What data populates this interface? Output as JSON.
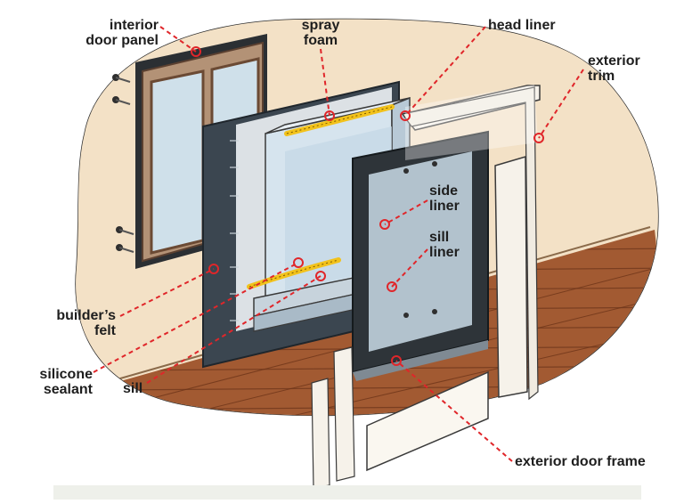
{
  "labels": {
    "interior_door_panel": [
      "interior",
      "door panel"
    ],
    "spray_foam": [
      "spray",
      "foam"
    ],
    "head_liner": [
      "head liner"
    ],
    "exterior_trim": [
      "exterior",
      "trim"
    ],
    "side_liner": [
      "side",
      "liner"
    ],
    "sill_liner": [
      "sill",
      "liner"
    ],
    "builders_felt": [
      "builder’s",
      "felt"
    ],
    "silicone_sealant": [
      "silicone",
      "sealant"
    ],
    "sill": [
      "sill"
    ],
    "exterior_door_frame": [
      "exterior door frame"
    ]
  },
  "colors": {
    "backdrop": "#f2d7bd",
    "wall": "#f3e1c6",
    "floor": "#a25a32",
    "felt": "#3b4650",
    "frame": "#2e3439",
    "foam": "#f2c21b",
    "glass": "#c6d9e6",
    "trim": "#f6f2ea",
    "leader": "#e0262a"
  }
}
